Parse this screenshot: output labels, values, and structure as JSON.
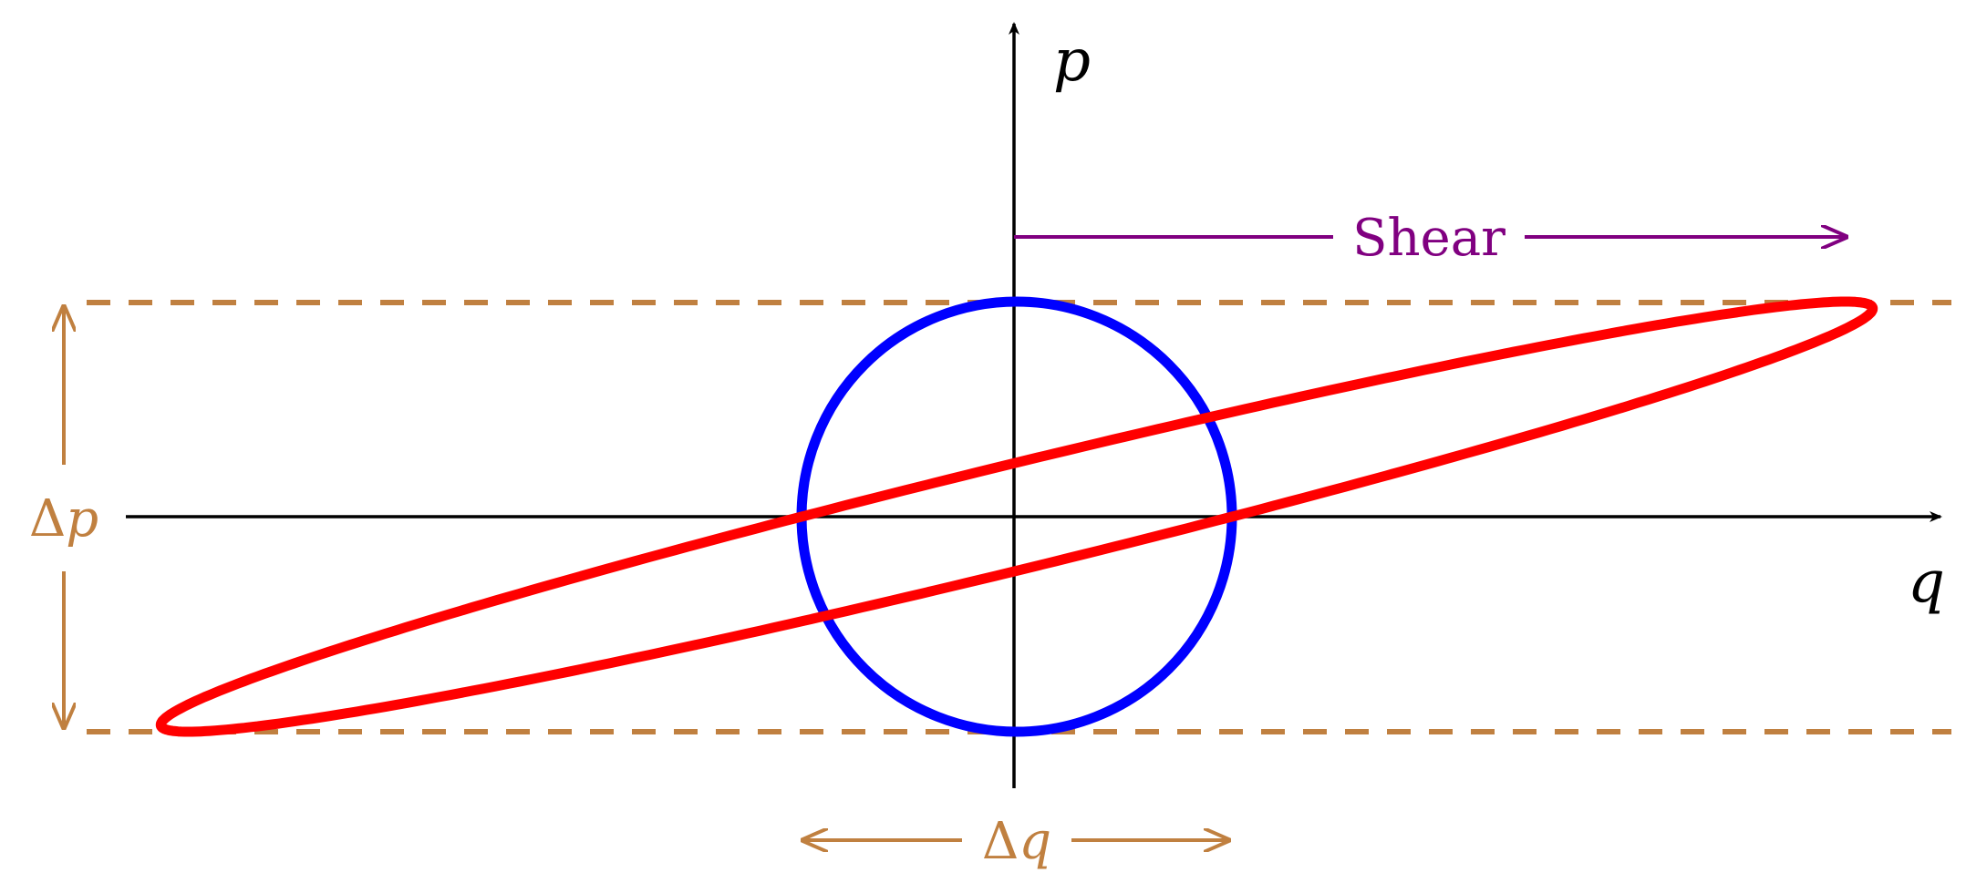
{
  "labels": {
    "q_axis": "q",
    "p_axis": "p",
    "shear": "Shear",
    "delta_p_symbol": "Δ",
    "delta_p_var": "p",
    "delta_q_symbol": "Δ",
    "delta_q_var": "q"
  },
  "colors": {
    "axis": "#000000",
    "circle": "#0000ff",
    "ellipse": "#ff0000",
    "bounds": "#c08040",
    "shear": "#800080"
  }
}
